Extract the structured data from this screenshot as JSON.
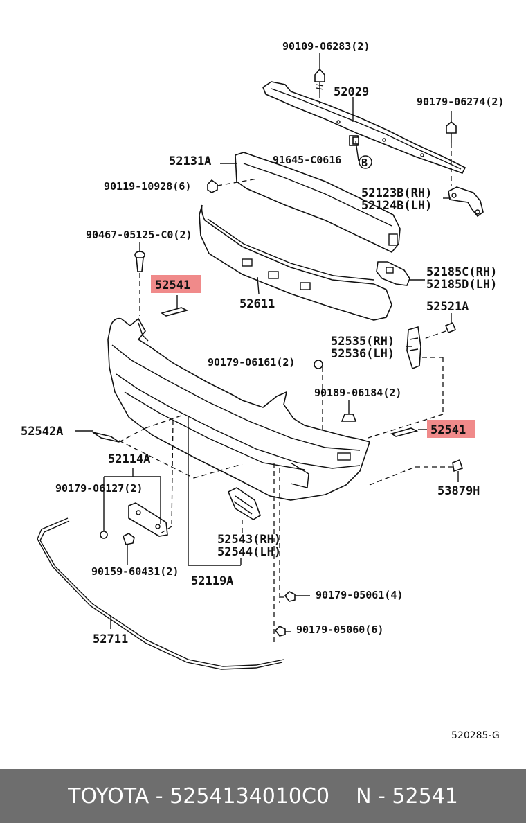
{
  "labels": {
    "p_90109": "90109-06283(2)",
    "p_52029": "52029",
    "p_90179_06274": "90179-06274(2)",
    "p_52131A": "52131A",
    "p_91645": "91645-C0616",
    "p_B": "B",
    "p_90119": "90119-10928(6)",
    "p_52123B": "52123B(RH)",
    "p_52124B": "52124B(LH)",
    "p_90467": "90467-05125-C0(2)",
    "p_52541_top": "52541",
    "p_52611": "52611",
    "p_52185C": "52185C(RH)",
    "p_52185D": "52185D(LH)",
    "p_52521A": "52521A",
    "p_52535": "52535(RH)",
    "p_52536": "52536(LH)",
    "p_90179_06161": "90179-06161(2)",
    "p_90189": "90189-06184(2)",
    "p_52541_right": "52541",
    "p_52542A": "52542A",
    "p_52114A": "52114A",
    "p_53879H": "53879H",
    "p_90179_06127": "90179-06127(2)",
    "p_52543": "52543(RH)",
    "p_52544": "52544(LH)",
    "p_90159": "90159-60431(2)",
    "p_52119A": "52119A",
    "p_90179_05061": "90179-05061(4)",
    "p_90179_05060": "90179-05060(6)",
    "p_52711": "52711",
    "drawing_code": "520285-G"
  },
  "highlight_color": "#f08a8a",
  "footer": {
    "brand_part": "TOYOTA - 5254134010C0",
    "ref_part": "N - 52541",
    "background": "#6e6e6e"
  }
}
